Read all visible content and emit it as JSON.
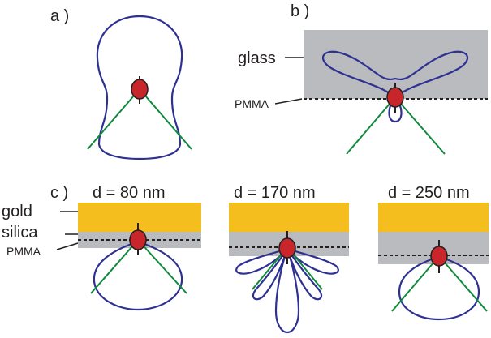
{
  "panel_a": {
    "label": "a )"
  },
  "panel_b": {
    "label": "b )",
    "glass_label": "glass",
    "pmma_label": "PMMA"
  },
  "panel_c": {
    "label": "c )",
    "gold_label": "gold",
    "silica_label": "silica",
    "pmma_label": "PMMA",
    "sub1_title": "d = 80 nm",
    "sub2_title": "d = 170 nm",
    "sub3_title": "d = 250 nm"
  },
  "colors": {
    "glass": "#b9bbbe",
    "silica": "#b9bbbe",
    "gold": "#f4be1e",
    "pattern": "#2e3192",
    "cone": "#0f8a3c",
    "dipole": "#c8262b"
  }
}
